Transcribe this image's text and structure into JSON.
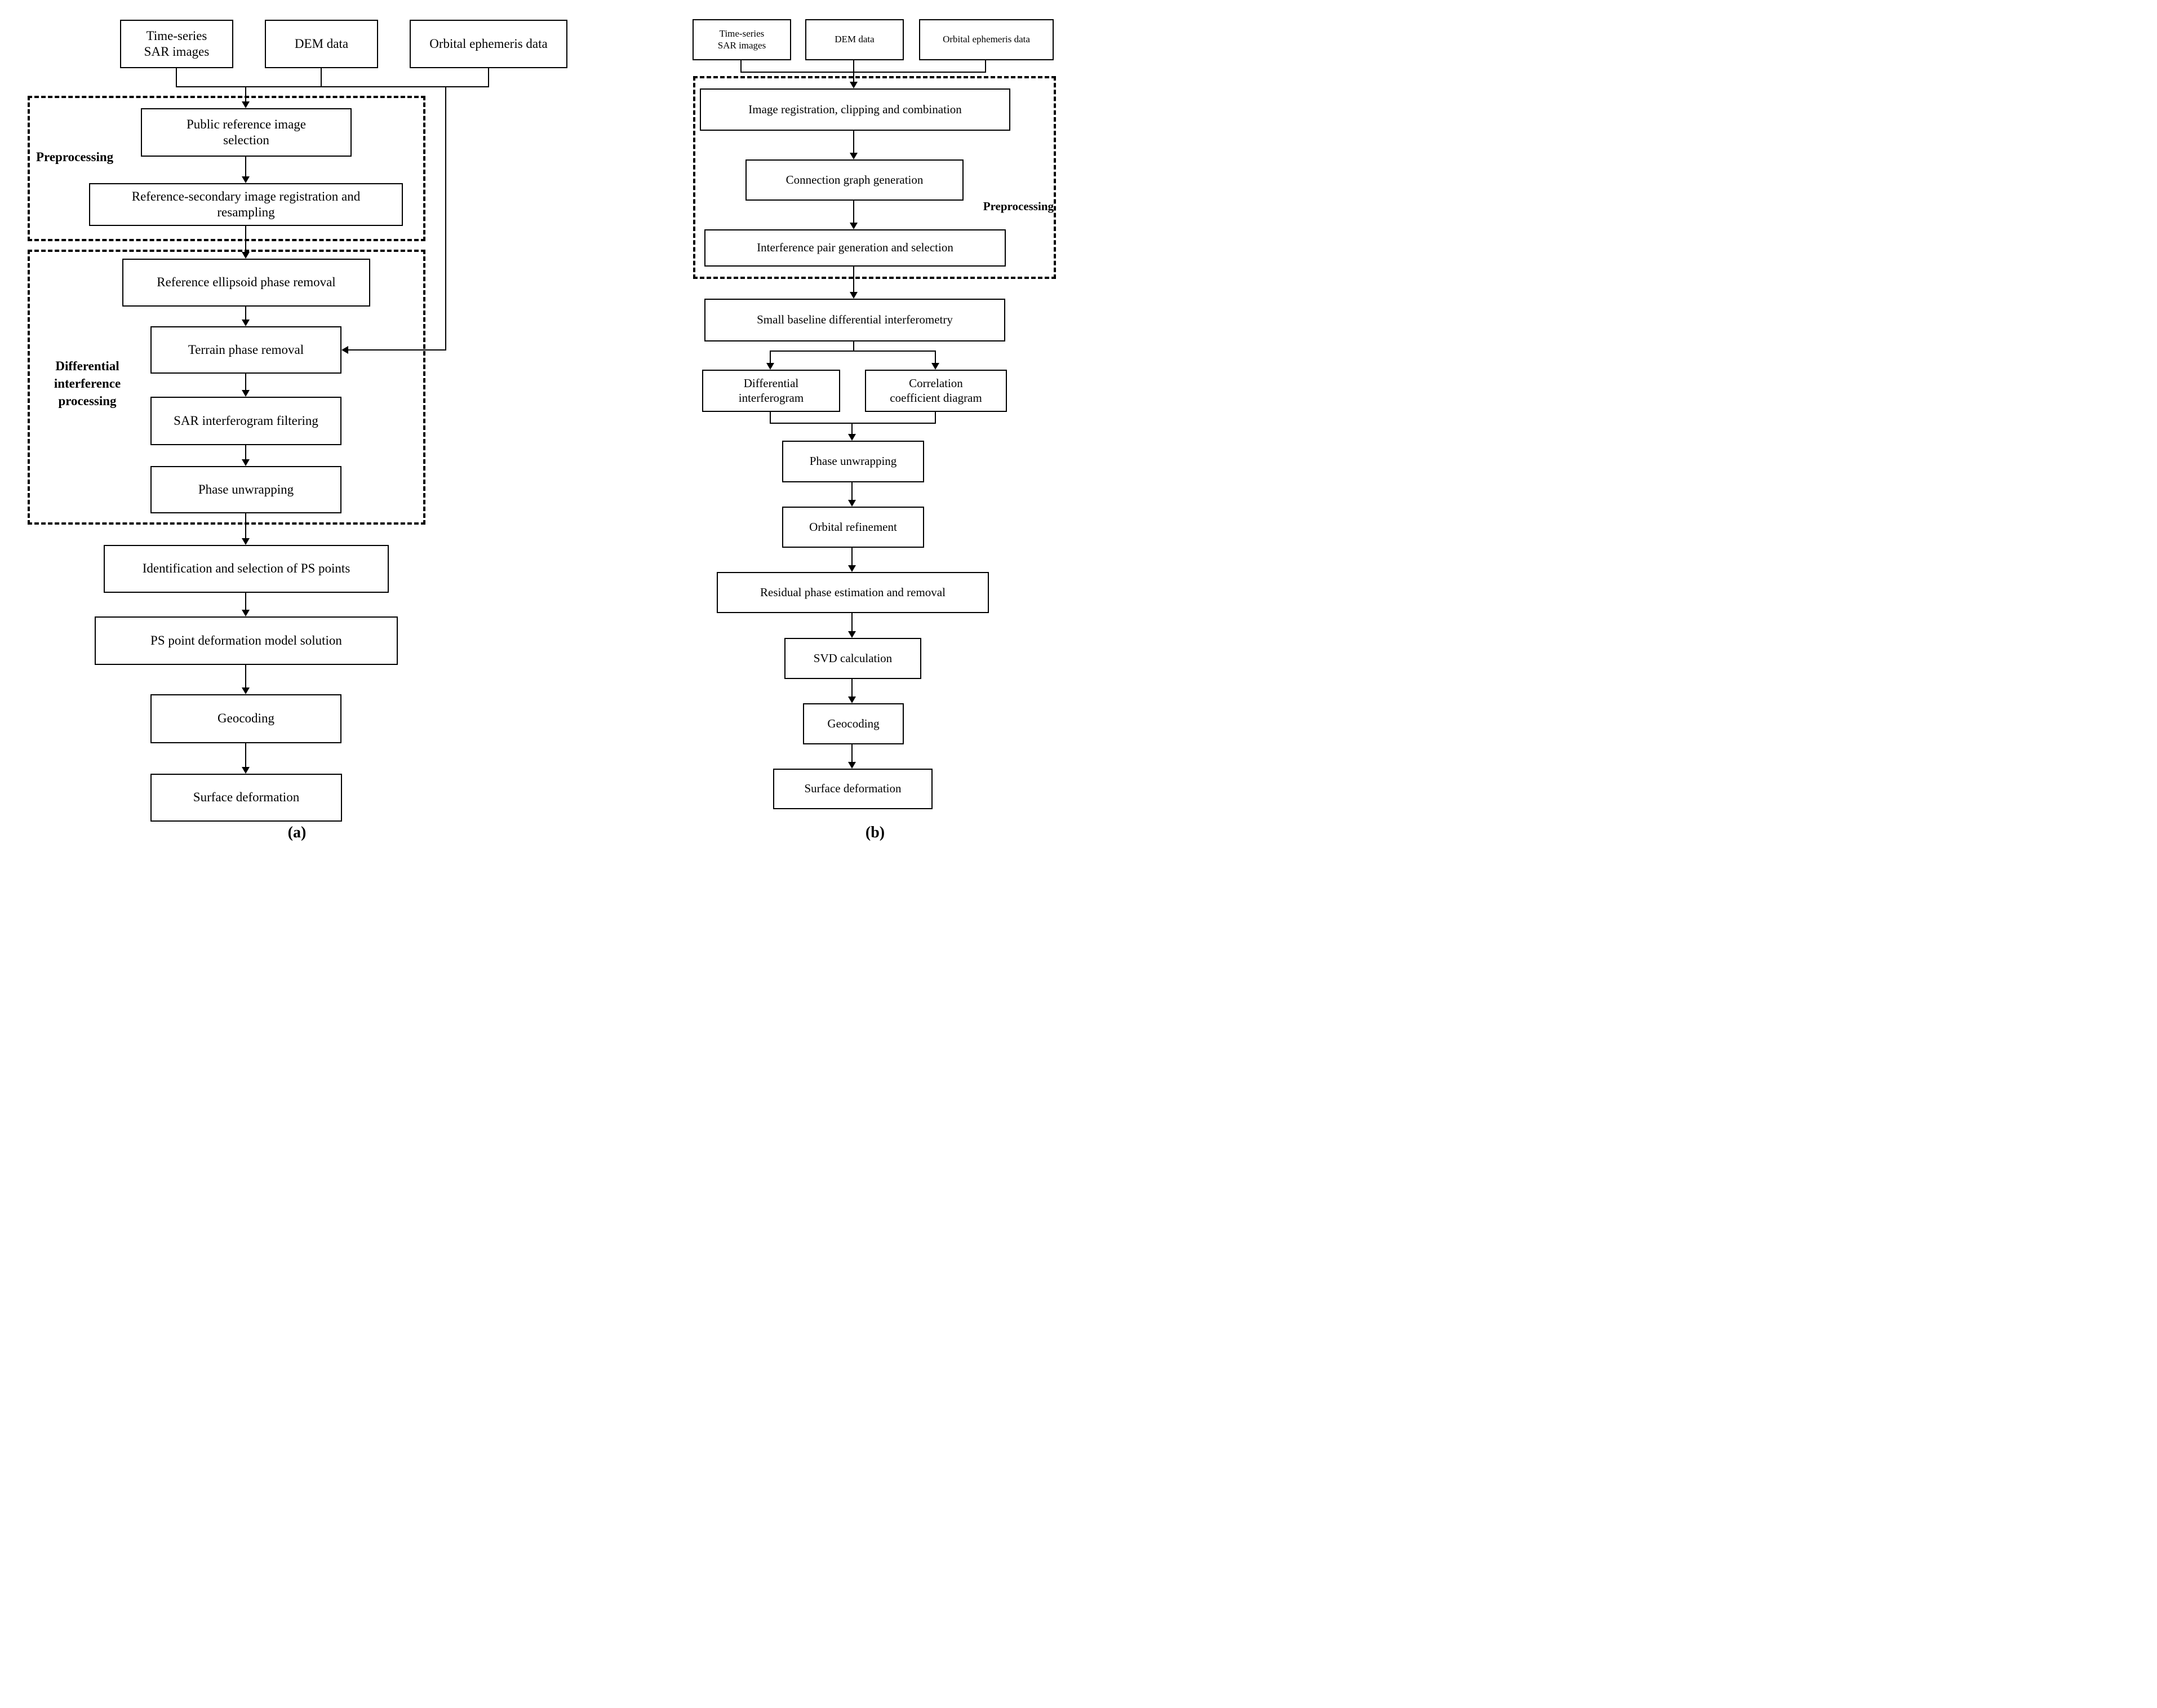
{
  "colors": {
    "line": "#000000",
    "background": "#ffffff",
    "text": "#000000"
  },
  "panel_a": {
    "caption": "(a)",
    "sources": {
      "time_series": "Time-series\nSAR images",
      "dem": "DEM data",
      "orbital": "Orbital ephemeris data"
    },
    "groups": {
      "preprocessing": "Preprocessing",
      "differential": "Differential\ninterference\nprocessing"
    },
    "steps": {
      "public_reference": "Public reference image\nselection",
      "registration_resampling": "Reference-secondary image registration and\nresampling",
      "ellipsoid_removal": "Reference ellipsoid phase removal",
      "terrain_removal": "Terrain phase removal",
      "sar_filtering": "SAR interferogram filtering",
      "phase_unwrapping": "Phase unwrapping",
      "ps_identification": "Identification and selection of PS points",
      "ps_model": "PS point deformation model solution",
      "geocoding": "Geocoding",
      "surface_deformation": "Surface deformation"
    }
  },
  "panel_b": {
    "caption": "(b)",
    "sources": {
      "time_series": "Time-series\nSAR images",
      "dem": "DEM data",
      "orbital": "Orbital ephemeris data"
    },
    "groups": {
      "preprocessing": "Preprocessing"
    },
    "steps": {
      "registration": "Image registration, clipping and combination",
      "connection_graph": "Connection graph generation",
      "interference_pairs": "Interference pair generation and selection",
      "small_baseline": "Small baseline differential interferometry",
      "differential_interferogram": "Differential\ninterferogram",
      "correlation_diagram": "Correlation\ncoefficient diagram",
      "phase_unwrapping": "Phase unwrapping",
      "orbital_refinement": "Orbital refinement",
      "residual_phase": "Residual phase estimation and removal",
      "svd": "SVD calculation",
      "geocoding": "Geocoding",
      "surface_deformation": "Surface deformation"
    }
  }
}
